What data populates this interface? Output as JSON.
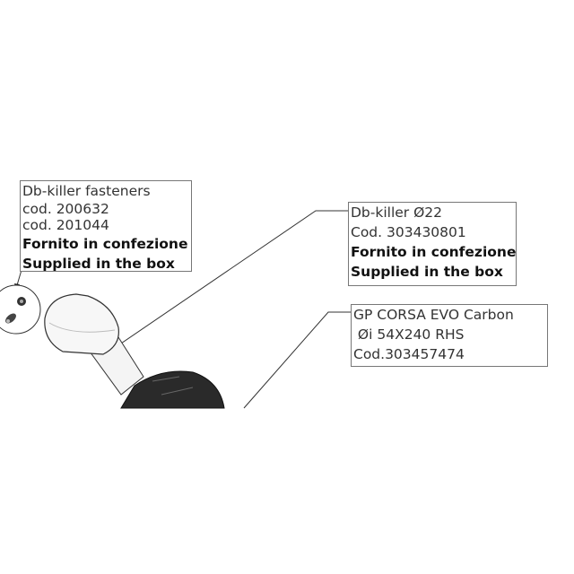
{
  "callouts": {
    "fasteners": {
      "lines": [
        "Db-killer fasteners",
        "cod. 200632",
        "cod. 201044"
      ],
      "bold": [
        "Fornito in confezione",
        "Supplied in the box"
      ]
    },
    "db_killer": {
      "lines": [
        "Db-killer Ø22",
        "Cod. 303430801"
      ],
      "bold": [
        "Fornito in confezione",
        "Supplied in the box"
      ]
    },
    "silencer": {
      "lines": [
        "GP CORSA EVO Carbon",
        " Øi 54X240 RHS",
        "Cod.303457474"
      ]
    }
  }
}
